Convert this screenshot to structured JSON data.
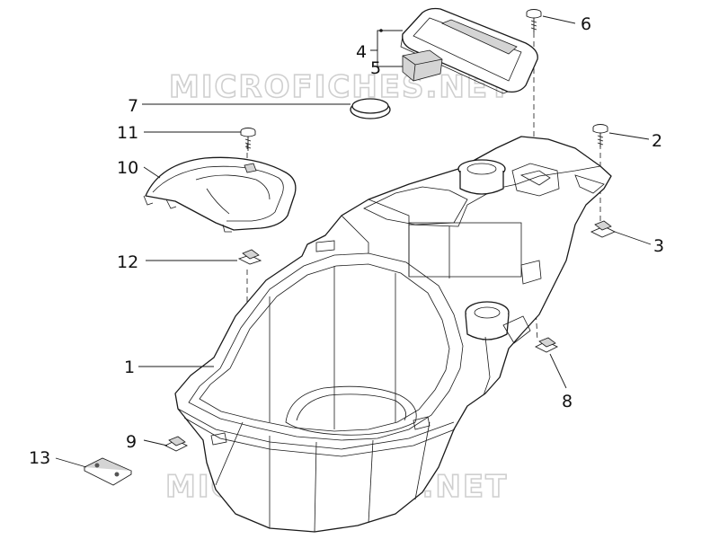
{
  "watermark": {
    "text": "MICROFICHES.NET"
  },
  "callouts": [
    "1",
    "2",
    "3",
    "4",
    "5",
    "6",
    "7",
    "8",
    "9",
    "10",
    "11",
    "12",
    "13"
  ],
  "colors": {
    "line": "#1a1a1a",
    "shade": "#d4d4d4",
    "watermark": "#cfcfcf"
  }
}
